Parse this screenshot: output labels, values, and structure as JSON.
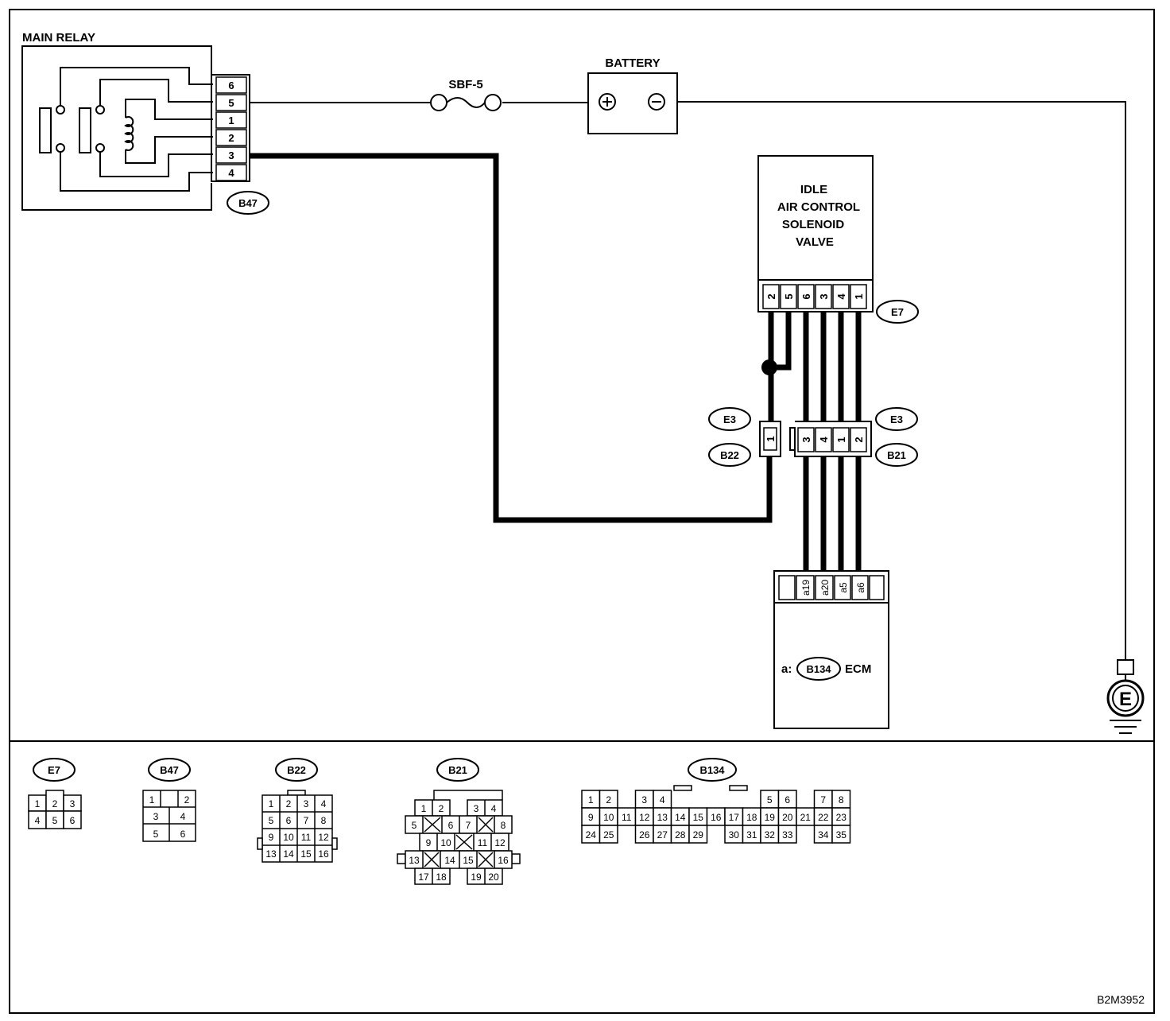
{
  "labels": {
    "main_relay": "MAIN RELAY",
    "battery": "BATTERY",
    "fuse": "SBF-5",
    "iacv_line1": "IDLE",
    "iacv_line2": "AIR CONTROL",
    "iacv_line3": "SOLENOID",
    "iacv_line4": "VALVE",
    "ecm_prefix": "a:",
    "ecm": "ECM",
    "ground": "E",
    "drawing_code": "B2M3952"
  },
  "connectors": {
    "b47": "B47",
    "e7": "E7",
    "e3": "E3",
    "b22": "B22",
    "b21": "B21",
    "b134": "B134"
  },
  "relay_pins": [
    "6",
    "5",
    "1",
    "2",
    "3",
    "4"
  ],
  "valve_pins": [
    "2",
    "5",
    "6",
    "3",
    "4",
    "1"
  ],
  "b22_pins": [
    "1"
  ],
  "b21_pins": [
    "3",
    "4",
    "1",
    "2"
  ],
  "ecm_pins": [
    "",
    "a19",
    "a20",
    "a5",
    "a6",
    ""
  ],
  "faces": {
    "e7": "E7",
    "b47": "B47",
    "b22": "B22",
    "b21": "B21",
    "b134": "B134",
    "e7_pins": [
      "1",
      "2",
      "3",
      "4",
      "5",
      "6"
    ],
    "b47_pins": [
      "1",
      "2",
      "3",
      "4",
      "5",
      "6"
    ],
    "b22_pins": [
      "1",
      "2",
      "3",
      "4",
      "5",
      "6",
      "7",
      "8",
      "9",
      "10",
      "11",
      "12",
      "13",
      "14",
      "15",
      "16"
    ],
    "b21_pins": [
      "1",
      "2",
      "3",
      "4",
      "5",
      "6",
      "7",
      "8",
      "9",
      "10",
      "11",
      "12",
      "13",
      "14",
      "15",
      "16",
      "17",
      "18",
      "19",
      "20"
    ],
    "b134_pins": [
      "1",
      "2",
      "3",
      "4",
      "5",
      "6",
      "7",
      "8",
      "9",
      "10",
      "11",
      "12",
      "13",
      "14",
      "15",
      "16",
      "17",
      "18",
      "19",
      "20",
      "21",
      "22",
      "23",
      "24",
      "25",
      "26",
      "27",
      "28",
      "29",
      "30",
      "31",
      "32",
      "33",
      "34",
      "35"
    ]
  }
}
